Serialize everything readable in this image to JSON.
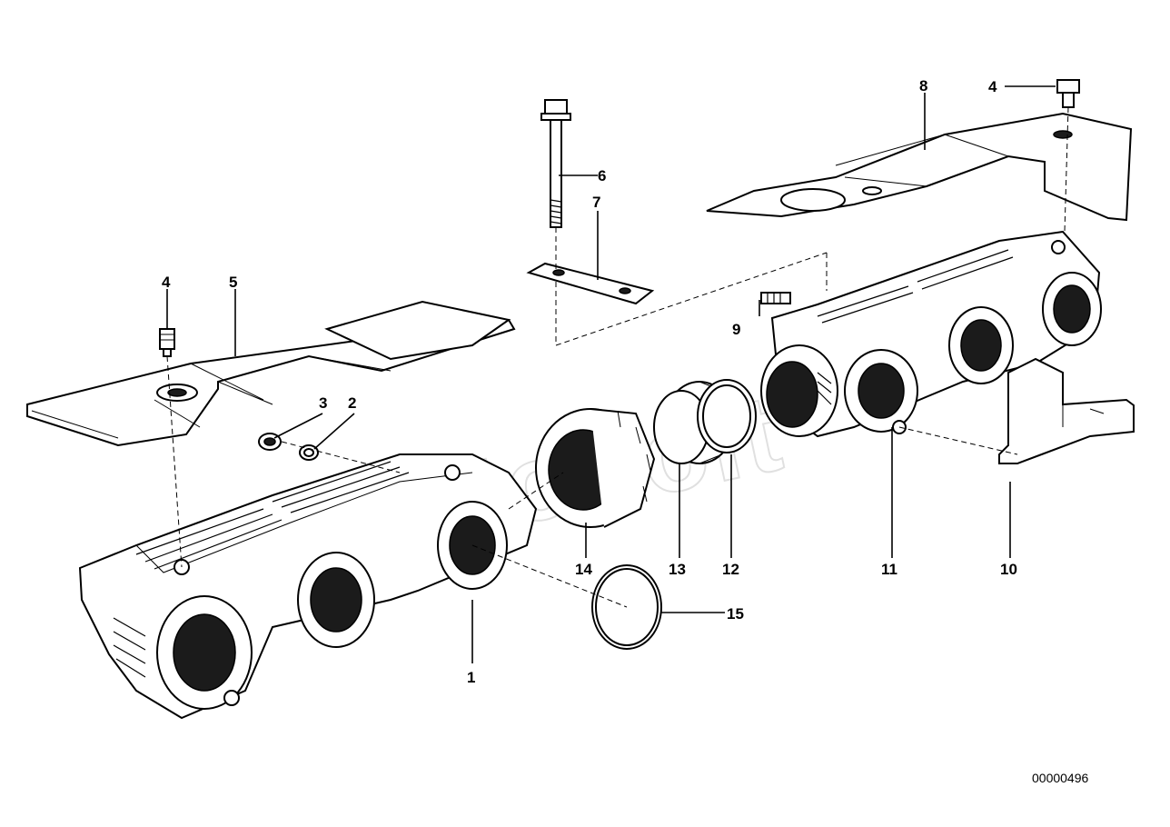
{
  "callouts": [
    {
      "id": "1",
      "label": "1"
    },
    {
      "id": "2",
      "label": "2"
    },
    {
      "id": "3",
      "label": "3"
    },
    {
      "id": "4a",
      "label": "4"
    },
    {
      "id": "4b",
      "label": "4"
    },
    {
      "id": "5",
      "label": "5"
    },
    {
      "id": "6",
      "label": "6"
    },
    {
      "id": "7",
      "label": "7"
    },
    {
      "id": "8",
      "label": "8"
    },
    {
      "id": "9",
      "label": "9"
    },
    {
      "id": "10",
      "label": "10"
    },
    {
      "id": "11",
      "label": "11"
    },
    {
      "id": "12",
      "label": "12"
    },
    {
      "id": "13",
      "label": "13"
    },
    {
      "id": "14",
      "label": "14"
    },
    {
      "id": "15",
      "label": "15"
    }
  ],
  "reference_code": "00000496",
  "watermark": "AutoSoft"
}
